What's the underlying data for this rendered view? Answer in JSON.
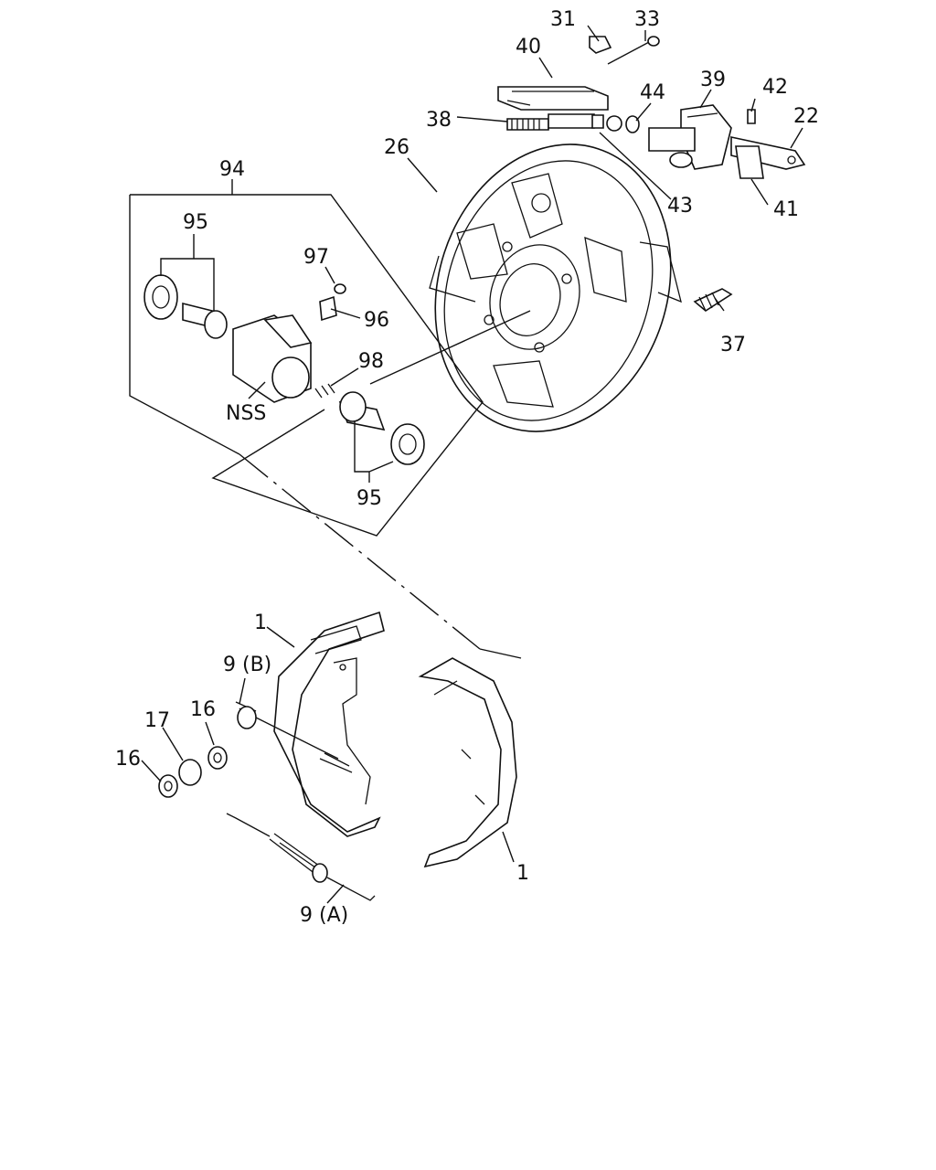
{
  "labels": {
    "p31": "31",
    "p33": "33",
    "p40": "40",
    "p44": "44",
    "p39": "39",
    "p42": "42",
    "p22": "22",
    "p38": "38",
    "p26": "26",
    "p43": "43",
    "p41": "41",
    "p94": "94",
    "p95a": "95",
    "p97": "97",
    "p96": "96",
    "p37": "37",
    "p98": "98",
    "nss": "NSS",
    "p95b": "95",
    "p1a": "1",
    "p9b": "9 (B)",
    "p17": "17",
    "p16a": "16",
    "p16b": "16",
    "p1b": "1",
    "p9a": "9 (A)"
  }
}
